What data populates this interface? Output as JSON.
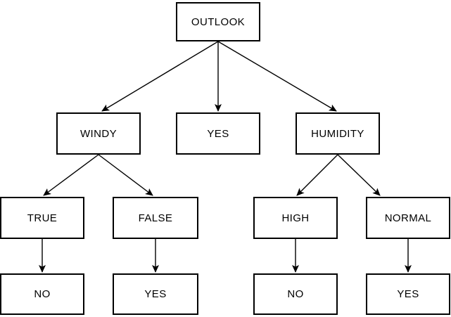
{
  "diagram": {
    "type": "decision-tree",
    "title": "",
    "colors": {
      "node_border": "#000000",
      "node_fill": "#ffffff",
      "text": "#000000",
      "edge_stroke": "#000000"
    },
    "nodes": [
      {
        "id": "outlook",
        "label": "OUTLOOK",
        "level": 0
      },
      {
        "id": "windy",
        "label": "WINDY",
        "level": 1
      },
      {
        "id": "yes-center",
        "label": "YES",
        "level": 1
      },
      {
        "id": "humidity",
        "label": "HUMIDITY",
        "level": 1
      },
      {
        "id": "true",
        "label": "TRUE",
        "level": 2
      },
      {
        "id": "false",
        "label": "FALSE",
        "level": 2
      },
      {
        "id": "high",
        "label": "HIGH",
        "level": 2
      },
      {
        "id": "normal",
        "label": "NORMAL",
        "level": 2
      },
      {
        "id": "no-left",
        "label": "NO",
        "level": 3
      },
      {
        "id": "yes-left",
        "label": "YES",
        "level": 3
      },
      {
        "id": "no-right",
        "label": "NO",
        "level": 3
      },
      {
        "id": "yes-right",
        "label": "YES",
        "level": 3
      }
    ],
    "edges": [
      {
        "from": "outlook",
        "to": "windy"
      },
      {
        "from": "outlook",
        "to": "yes-center"
      },
      {
        "from": "outlook",
        "to": "humidity"
      },
      {
        "from": "windy",
        "to": "true"
      },
      {
        "from": "windy",
        "to": "false"
      },
      {
        "from": "humidity",
        "to": "high"
      },
      {
        "from": "humidity",
        "to": "normal"
      },
      {
        "from": "true",
        "to": "no-left"
      },
      {
        "from": "false",
        "to": "yes-left"
      },
      {
        "from": "high",
        "to": "no-right"
      },
      {
        "from": "normal",
        "to": "yes-right"
      }
    ]
  }
}
